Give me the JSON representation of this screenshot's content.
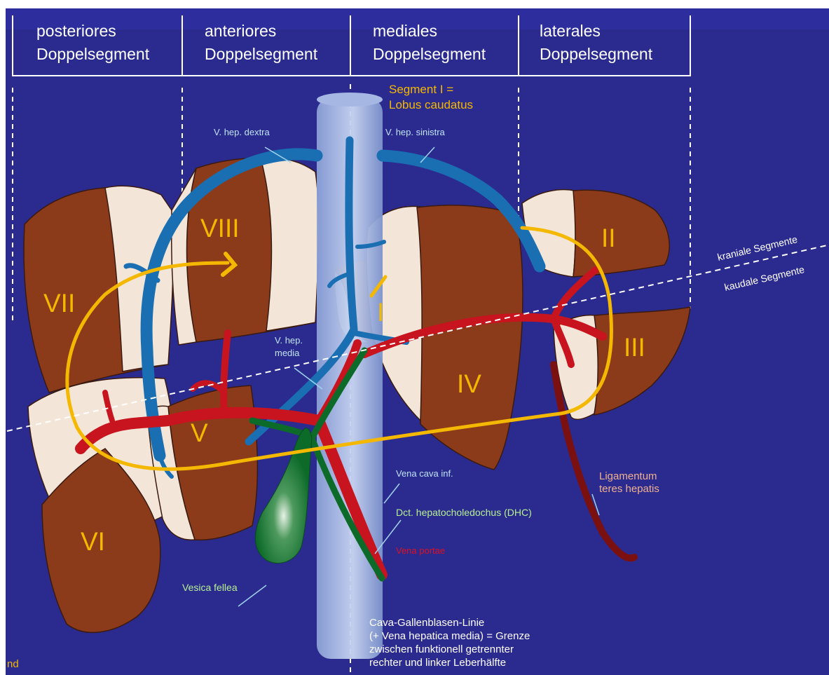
{
  "headers": [
    {
      "line1": "posteriores",
      "line2": "Doppelsegment"
    },
    {
      "line1": "anteriores",
      "line2": "Doppelsegment"
    },
    {
      "line1": "mediales",
      "line2": "Doppelsegment"
    },
    {
      "line1": "laterales",
      "line2": "Doppelsegment"
    }
  ],
  "segments": {
    "I": "I",
    "II": "II",
    "III": "III",
    "IV": "IV",
    "V": "V",
    "VI": "VI",
    "VII": "VII",
    "VIII": "VIII"
  },
  "caudatus": {
    "line1": "Segment I =",
    "line2": "Lobus caudatus"
  },
  "veins": {
    "dextra": "V. hep. dextra",
    "sinistra": "V. hep. sinistra",
    "media_line1": "V. hep.",
    "media_line2": "media",
    "cava": "Vena cava inf."
  },
  "structures": {
    "dhc": "Dct. hepatocholedochus (DHC)",
    "portae": "Vena portae",
    "vesica": "Vesica fellea",
    "ligamentum_line1": "Ligamentum",
    "ligamentum_line2": "teres hepatis"
  },
  "planes": {
    "kranial": "kraniale Segmente",
    "kaudal": "kaudale Segmente"
  },
  "cava_line": [
    "Cava-Gallenblasen-Linie",
    "(+ Vena hepatica media) = Grenze",
    "zwischen funktionell getrennter",
    "rechter und linker Leberhälfte"
  ],
  "corner_text": "nd",
  "colors": {
    "background": "#2b2b8f",
    "liver_brown": "#8b3a1a",
    "liver_light": "#f3e6d8",
    "hepatic_vein": "#1a6fb3",
    "portal_vein": "#c8141e",
    "bile_duct": "#0d6b2a",
    "segment_label": "#f5b800",
    "ligament": "#7a1010",
    "vena_portae_label": "#e01020",
    "dhc_label": "#b6f090",
    "ligament_label": "#f0b090"
  }
}
